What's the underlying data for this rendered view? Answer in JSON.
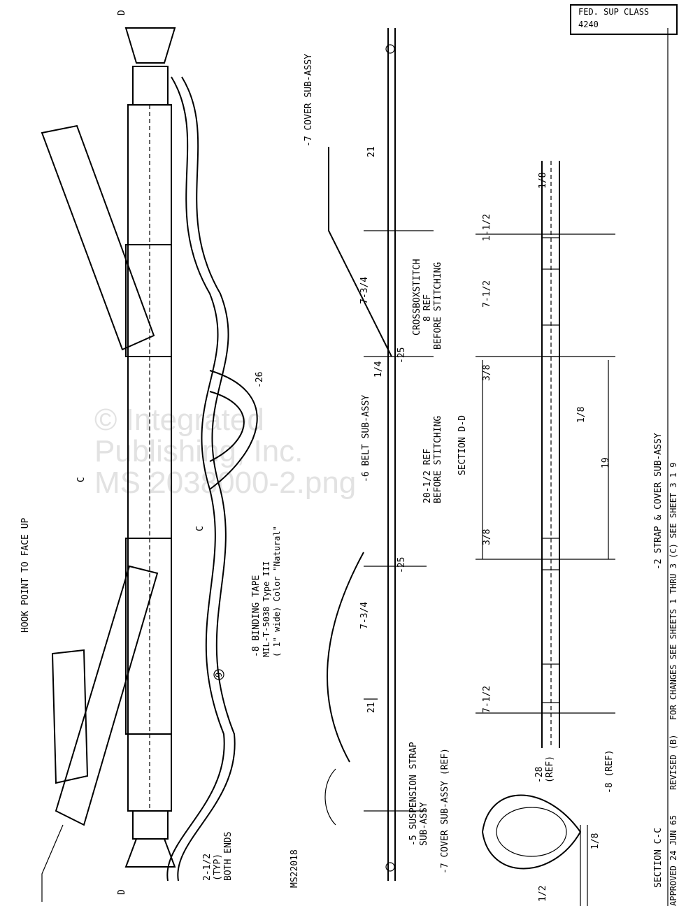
{
  "title_block": {
    "class_label": "FED. SUP CLASS",
    "class_value": "4240"
  },
  "watermark": [
    "© Integrated",
    "Publishing, Inc.",
    "MS 2038000-2.png"
  ],
  "labels": {
    "hook_point": "HOOK POINT TO FACE UP",
    "typ": "2-1/2",
    "typ2": "(TYP)",
    "both_ends": "BOTH ENDS",
    "binding_tape_1": "-8 BINDING TAPE",
    "binding_tape_2": "MIL-T-5038 Type III",
    "binding_tape_3": "( 1\" wide) Color \"Natural\"",
    "cover_sub": "-7 COVER SUB-ASSY",
    "cover_sub_ref": "-7 COVER SUB-ASSY (REF)",
    "item_26": "-26",
    "section_d": "D",
    "section_c": "C",
    "belt_sub": "-6 BELT SUB-ASSY",
    "suspension_1": "-5 SUSPENSION STRAP",
    "suspension_2": "SUB-ASSY",
    "ms": "MS22018",
    "item_25": "-25",
    "crossbox": "CROSSBOXSTITCH",
    "ref8": "8 REF",
    "before_stitching": "BEFORE STITCHING",
    "ref20": "20-1/2 REF",
    "section_dd": "SECTION D-D",
    "section_cc": "SECTION C-C",
    "strap_cover": "-2 STRAP & COVER SUB-ASSY",
    "item_28": "-28",
    "ref": "(REF)",
    "item_8_ref": "-8 (REF)",
    "circle_9": "9"
  },
  "dimensions": [
    "21",
    "7-3/4",
    "1/4",
    "1-1/2",
    "7-1/2",
    "3/8",
    "19",
    "1/8",
    "1/2"
  ],
  "footer": {
    "approved": "APPROVED 24 JUN 65",
    "revised": "REVISED (B)",
    "changes": "FOR CHANGES SEE SHEETS 1 THRU 3 (C) SEE SHEET 3 1 9"
  }
}
